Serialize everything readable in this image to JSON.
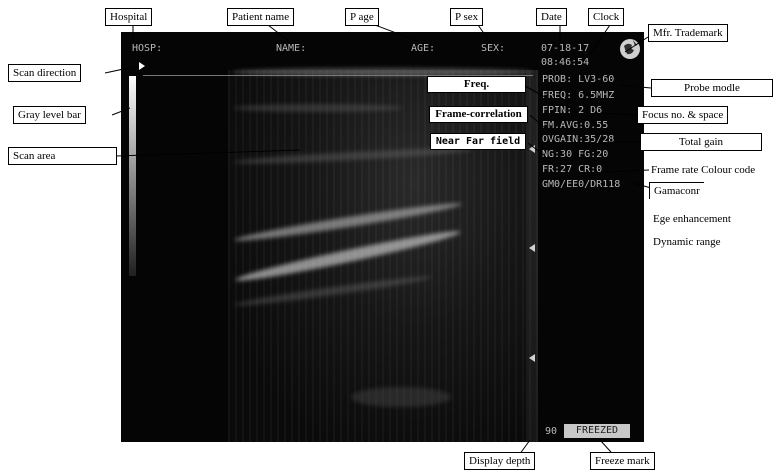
{
  "screen": {
    "header": {
      "hosp": "HOSP:",
      "name": "NAME:",
      "age": "AGE:",
      "sex": "SEX:"
    },
    "date": "07-18-17",
    "time": "08:46:54",
    "params": {
      "probe": "PROB:  LV3-60",
      "freq": "FREQ:  6.5MHZ",
      "fpin": "FPIN:  2  D6",
      "frame_avg": "FM.AVG:0.55",
      "total_gain": "OVGAIN:35/28",
      "near_far": "NG:30  FG:20",
      "frame_rate": "FR:27  CR:0",
      "gamma": "GM0/EE0/DR118"
    },
    "depth": "90",
    "freeze": "FREEZED"
  },
  "callouts": {
    "hospital": "Hospital",
    "patient_name": "Patient name",
    "p_age": "P age",
    "p_sex": "P sex",
    "date": "Date",
    "clock": "Clock",
    "trademark": "Mfr. Trademark",
    "scan_direction": "Scan direction",
    "gray_level_bar": "Gray level bar",
    "scan_area": "Scan area",
    "freq": "Freq.",
    "frame_correlation": "Frame-correlation",
    "near_far_field": "Near Far field",
    "probe_model": "Probe modle",
    "focus": "Focus no. & space",
    "total_gain": "Total gain",
    "frame_rate_colour": "Frame rate Colour code",
    "gamma": "Gamaconr",
    "edge": "Ege enhancement",
    "dynamic_range": "Dynamic range",
    "display_depth": "Display depth",
    "freeze_mark": "Freeze mark"
  }
}
